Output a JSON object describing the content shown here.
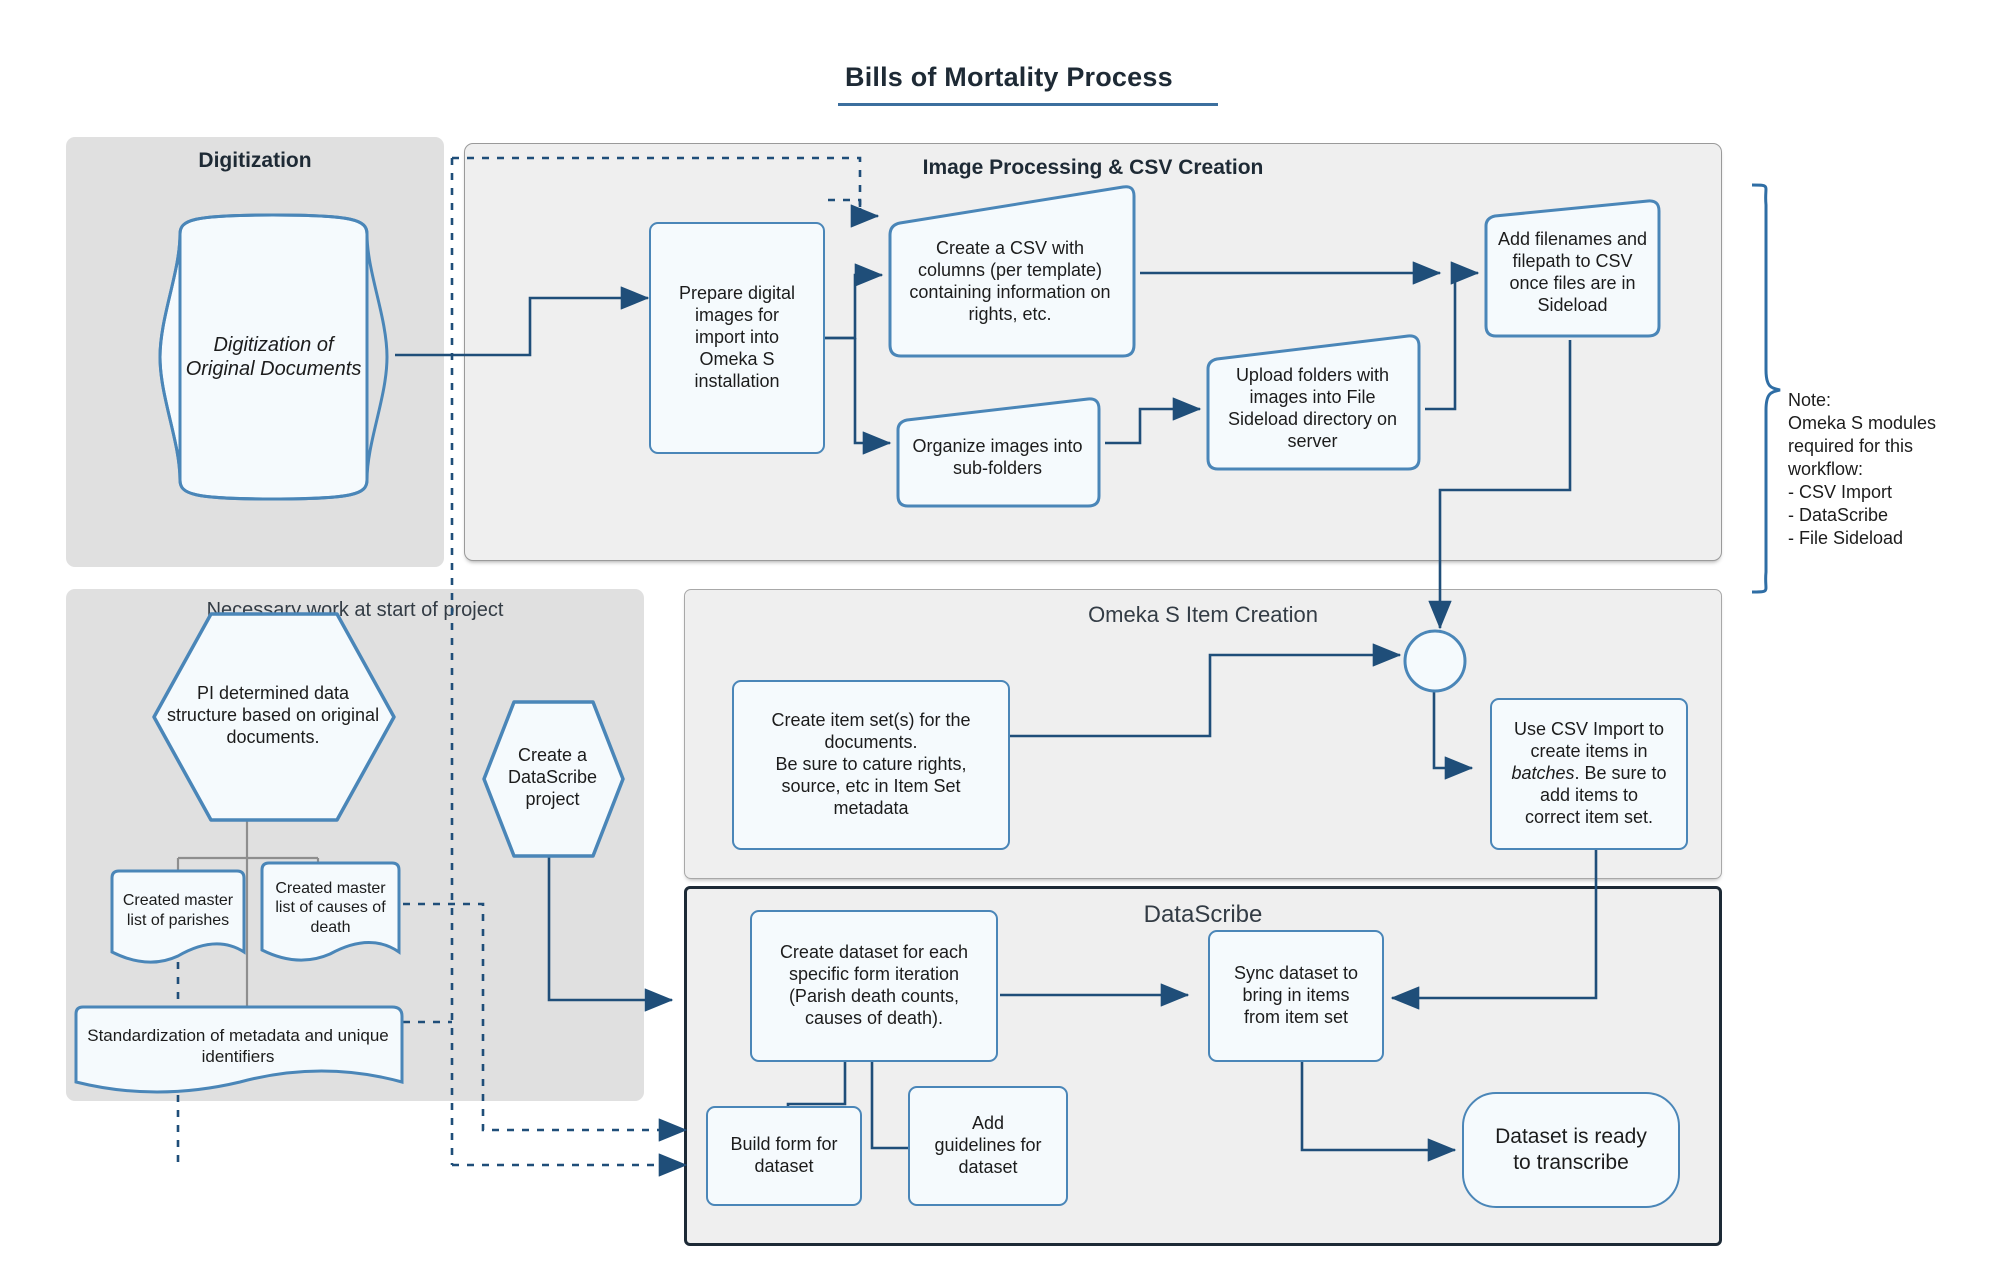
{
  "page": {
    "title": "Bills of Mortality Process"
  },
  "lanes": {
    "digitization": "Digitization",
    "image_processing": "Image Processing & CSV Creation",
    "start_work": "Necessary work at start of project",
    "omeka_item_creation": "Omeka S Item Creation",
    "datascribe": "DataScribe"
  },
  "nodes": {
    "digitization_docs": "Digitization of\nOriginal Documents",
    "prepare_images": "Prepare digital\nimages for\nimport into\nOmeka S\ninstallation",
    "create_csv": "Create a CSV with\ncolumns (per template)\ncontaining information on\nrights, etc.",
    "organize_images": "Organize images into\nsub-folders",
    "upload_folders": "Upload folders with\nimages into File\nSideload directory on\nserver",
    "add_filenames": "Add filenames and\nfilepath to CSV\nonce files are in\nSideload",
    "pi_determined": "PI determined data\nstructure based on original\ndocuments.",
    "master_parishes": "Created master\nlist of parishes",
    "master_causes": "Created master\nlist of causes of\ndeath",
    "standardization": "Standardization of metadata and unique\nidentifiers",
    "create_datascribe_project": "Create a\nDataScribe\nproject",
    "create_item_sets": "Create item set(s) for the\ndocuments.\nBe sure to cature rights,\nsource, etc in Item Set\nmetadata",
    "use_csv_import_line1": "Use CSV Import to\ncreate items in\n",
    "use_csv_import_em": "batches",
    "use_csv_import_line2": ". Be sure to\nadd items to\ncorrect item set.",
    "create_dataset": "Create dataset for each\nspecific form iteration\n(Parish death counts,\ncauses of death).",
    "build_form": "Build form for\ndataset",
    "add_guidelines": "Add\nguidelines for\ndataset",
    "sync_dataset": "Sync dataset to\nbring in items\nfrom item set",
    "dataset_ready": "Dataset is ready\nto transcribe",
    "merge_junction": ""
  },
  "note": {
    "text": "Note:\nOmeka S modules\nrequired for this\nworkflow:\n-  CSV Import\n- DataScribe\n- File Sideload"
  },
  "colors": {
    "node_border": "#4a86b8",
    "node_fill": "#f5fafd",
    "connector": "#1f4e79",
    "lane_grey": "#e0e0e0",
    "lane_light": "#efefef",
    "lane_dark_border": "#1d2a36",
    "title_rule": "#3c6f9e"
  }
}
